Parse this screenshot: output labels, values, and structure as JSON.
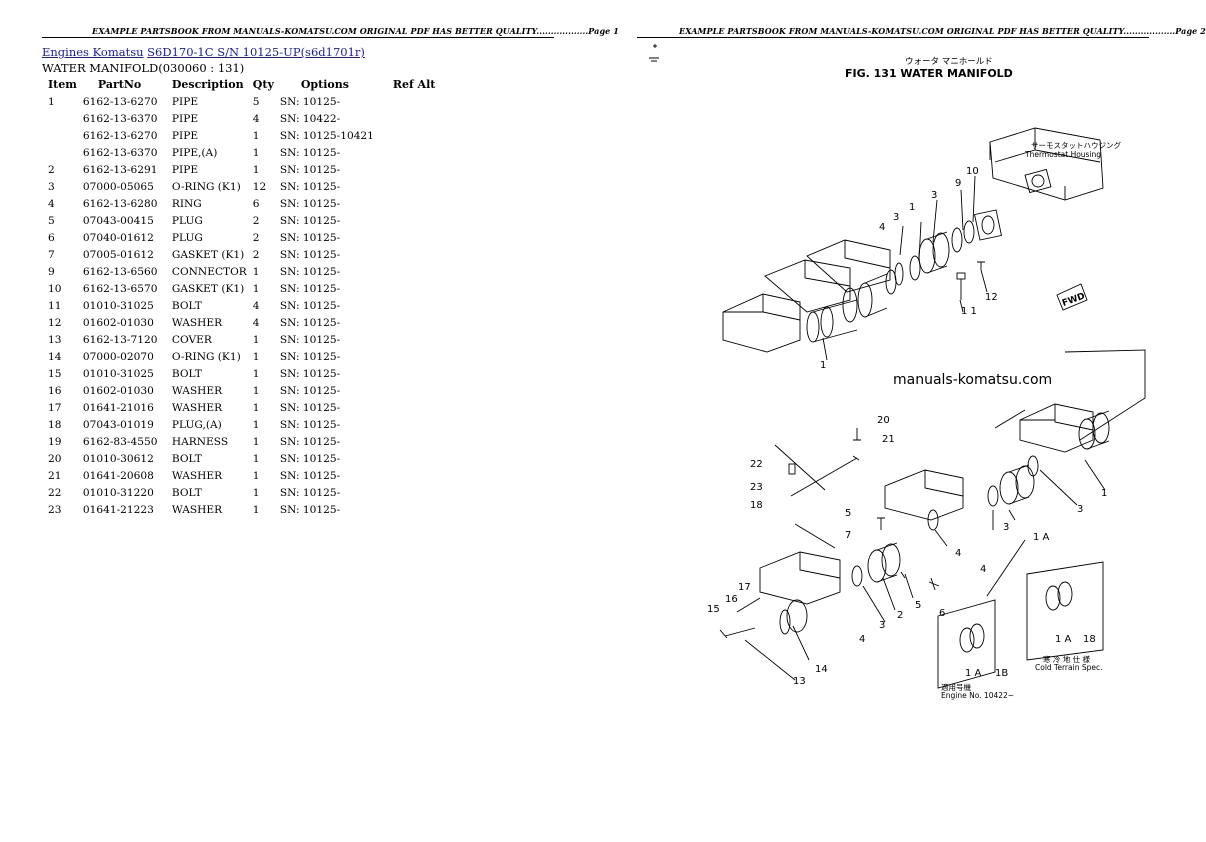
{
  "page1": {
    "header": "EXAMPLE PARTSBOOK FROM MANUALS-KOMATSU.COM ORIGINAL PDF HAS BETTER QUALITY..................Page 1",
    "breadcrumb": {
      "link1": "Engines Komatsu",
      "link2": "S6D170-1C S/N 10125-UP(s6d1701r)"
    },
    "subtitle": "WATER MANIFOLD(030060 : 131)",
    "columns": [
      "Item",
      "PartNo",
      "Description",
      "Qty",
      "Options",
      "Ref Alt"
    ],
    "rows": [
      [
        "1",
        "6162-13-6270",
        "PIPE",
        "5",
        "SN: 10125-",
        ""
      ],
      [
        "",
        "6162-13-6370",
        "PIPE",
        "4",
        "SN: 10422-",
        ""
      ],
      [
        "",
        "6162-13-6270",
        "PIPE",
        "1",
        "SN: 10125-10421",
        ""
      ],
      [
        "",
        "6162-13-6370",
        "PIPE,(A)",
        "1",
        "SN: 10125-",
        ""
      ],
      [
        "2",
        "6162-13-6291",
        "PIPE",
        "1",
        "SN: 10125-",
        ""
      ],
      [
        "3",
        "07000-05065",
        "O-RING (K1)",
        "12",
        "SN: 10125-",
        ""
      ],
      [
        "4",
        "6162-13-6280",
        "RING",
        "6",
        "SN: 10125-",
        ""
      ],
      [
        "5",
        "07043-00415",
        "PLUG",
        "2",
        "SN: 10125-",
        ""
      ],
      [
        "6",
        "07040-01612",
        "PLUG",
        "2",
        "SN: 10125-",
        ""
      ],
      [
        "7",
        "07005-01612",
        "GASKET (K1)",
        "2",
        "SN: 10125-",
        ""
      ],
      [
        "9",
        "6162-13-6560",
        "CONNECTOR",
        "1",
        "SN: 10125-",
        ""
      ],
      [
        "10",
        "6162-13-6570",
        "GASKET (K1)",
        "1",
        "SN: 10125-",
        ""
      ],
      [
        "11",
        "01010-31025",
        "BOLT",
        "4",
        "SN: 10125-",
        ""
      ],
      [
        "12",
        "01602-01030",
        "WASHER",
        "4",
        "SN: 10125-",
        ""
      ],
      [
        "13",
        "6162-13-7120",
        "COVER",
        "1",
        "SN: 10125-",
        ""
      ],
      [
        "14",
        "07000-02070",
        "O-RING (K1)",
        "1",
        "SN: 10125-",
        ""
      ],
      [
        "15",
        "01010-31025",
        "BOLT",
        "1",
        "SN: 10125-",
        ""
      ],
      [
        "16",
        "01602-01030",
        "WASHER",
        "1",
        "SN: 10125-",
        ""
      ],
      [
        "17",
        "01641-21016",
        "WASHER",
        "1",
        "SN: 10125-",
        ""
      ],
      [
        "18",
        "07043-01019",
        "PLUG,(A)",
        "1",
        "SN: 10125-",
        ""
      ],
      [
        "19",
        "6162-83-4550",
        "HARNESS",
        "1",
        "SN: 10125-",
        ""
      ],
      [
        "20",
        "01010-30612",
        "BOLT",
        "1",
        "SN: 10125-",
        ""
      ],
      [
        "21",
        "01641-20608",
        "WASHER",
        "1",
        "SN: 10125-",
        ""
      ],
      [
        "22",
        "01010-31220",
        "BOLT",
        "1",
        "SN: 10125-",
        ""
      ],
      [
        "23",
        "01641-21223",
        "WASHER",
        "1",
        "SN: 10125-",
        ""
      ]
    ]
  },
  "page2": {
    "header": "EXAMPLE PARTSBOOK FROM MANUALS-KOMATSU.COM ORIGINAL PDF HAS BETTER QUALITY..................Page 2",
    "figure": {
      "title_jp": "ウォータ マニホールド",
      "title": "FIG. 131  WATER  MANIFOLD",
      "watermark": "manuals-komatsu.com",
      "thermostat_jp": "サーモスタットハウジング",
      "thermostat": "Thermostat  Housing",
      "cold_jp": "寒 冷 地 仕 様",
      "cold": "Cold  Terrain  Spec.",
      "engine_jp": "適用号機",
      "engine": "Engine  No. 10422~",
      "fwd": "FWD",
      "callouts": [
        "1",
        "2",
        "3",
        "4",
        "5",
        "6",
        "7",
        "9",
        "10",
        "11",
        "12",
        "13",
        "14",
        "15",
        "16",
        "17",
        "18",
        "20",
        "21",
        "22",
        "23",
        "1A",
        "1B"
      ]
    }
  }
}
